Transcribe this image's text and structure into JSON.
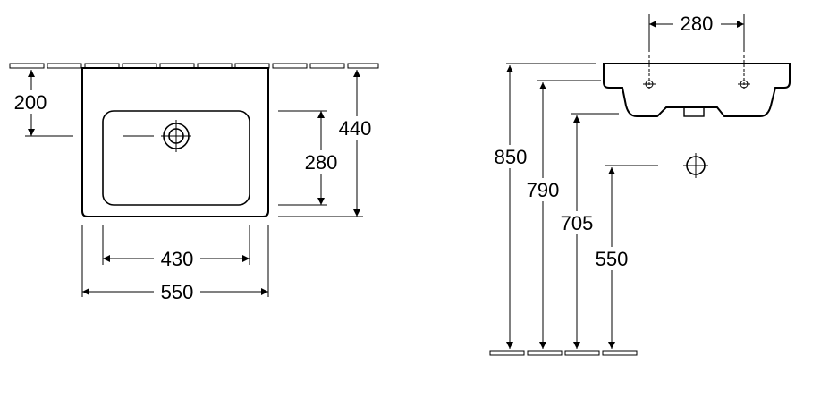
{
  "diagram": {
    "top_view": {
      "dim_wall_to_drain": "200",
      "dim_basin_width": "430",
      "dim_overall_width": "550",
      "dim_basin_depth": "280",
      "dim_overall_depth": "440"
    },
    "side_view": {
      "dim_tap_spacing": "280",
      "dim_rim_height": "850",
      "dim_underside_height": "790",
      "dim_trap_height": "705",
      "dim_drain_outlet_height": "550"
    }
  }
}
